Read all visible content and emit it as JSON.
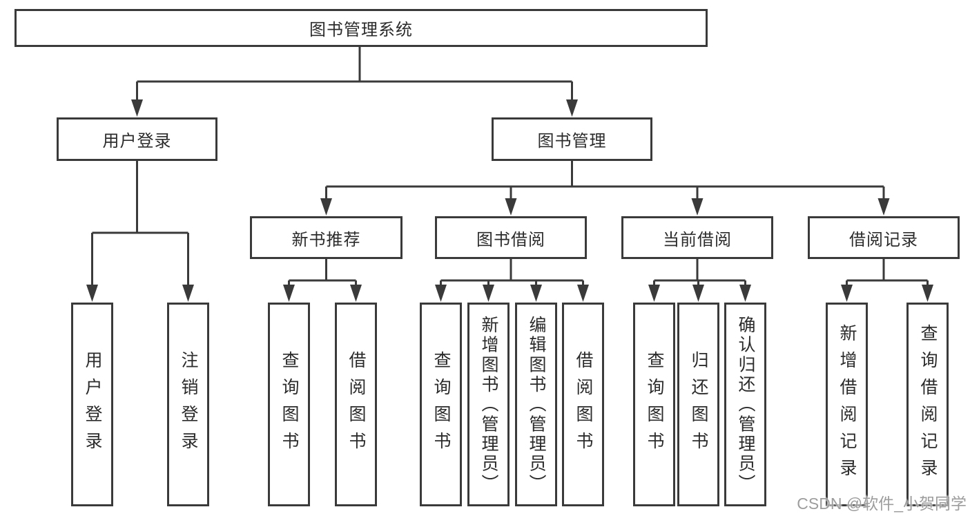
{
  "tree": {
    "label": "图书管理系统",
    "children": [
      {
        "label": "用户登录",
        "children": [
          {
            "label": "用户登录"
          },
          {
            "label": "注销登录"
          }
        ]
      },
      {
        "label": "图书管理",
        "children": [
          {
            "label": "新书推荐",
            "children": [
              {
                "label": "查询图书"
              },
              {
                "label": "借阅图书"
              }
            ]
          },
          {
            "label": "图书借阅",
            "children": [
              {
                "label": "查询图书"
              },
              {
                "label": "新增图书（管理员）"
              },
              {
                "label": "编辑图书（管理员）"
              },
              {
                "label": "借阅图书"
              }
            ]
          },
          {
            "label": "当前借阅",
            "children": [
              {
                "label": "查询图书"
              },
              {
                "label": "归还图书"
              },
              {
                "label": "确认归还（管理员）"
              }
            ]
          },
          {
            "label": "借阅记录",
            "children": [
              {
                "label": "新增借阅记录"
              },
              {
                "label": "查询借阅记录"
              }
            ]
          }
        ]
      }
    ]
  },
  "watermark": "CSDN @软件_小贺同学",
  "colors": {
    "line": "#3a3a3a",
    "text": "#2b2b2b",
    "watermark": "#9d9d9d",
    "background": "#ffffff"
  }
}
